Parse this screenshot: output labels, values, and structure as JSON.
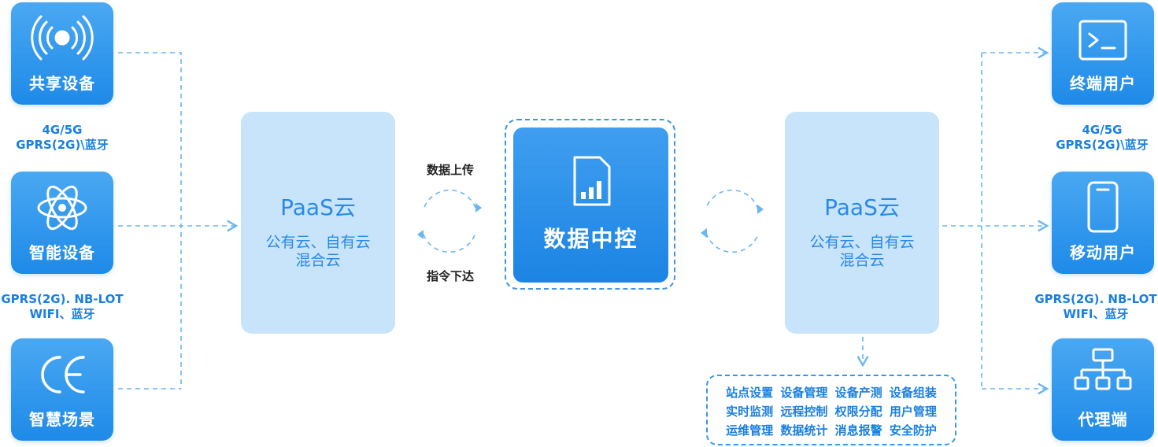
{
  "left_devices": [
    {
      "label": "共享设备",
      "icon": "signal-broadcast-icon"
    },
    {
      "label": "智能设备",
      "icon": "atom-icon"
    },
    {
      "label": "智慧场景",
      "icon": "ce-mark-icon"
    }
  ],
  "left_notes": [
    {
      "line1": "4G/5G",
      "line2": "GPRS(2G)\\蓝牙"
    },
    {
      "line1": "GPRS(2G). NB-LOT",
      "line2": "WIFI、蓝牙"
    }
  ],
  "left_cloud": {
    "title": "PaaS云",
    "line1": "公有云、自有云",
    "line2": "混合云"
  },
  "upload_label": "数据上传",
  "download_label": "指令下达",
  "center": {
    "title": "数据中控",
    "icon": "data-sim-icon"
  },
  "right_cloud": {
    "title": "PaaS云",
    "line1": "公有云、自有云",
    "line2": "混合云"
  },
  "right_users": [
    {
      "label": "终端用户",
      "icon": "terminal-icon"
    },
    {
      "label": "移动用户",
      "icon": "mobile-phone-icon"
    },
    {
      "label": "代理端",
      "icon": "network-hierarchy-icon"
    }
  ],
  "right_notes": [
    {
      "line1": "4G/5G",
      "line2": "GPRS(2G)\\蓝牙"
    },
    {
      "line1": "GPRS(2G). NB-LOT",
      "line2": "WIFI、蓝牙"
    }
  ],
  "features": [
    [
      "站点设置",
      "设备管理",
      "设备产测",
      "设备组装"
    ],
    [
      "实时监测",
      "远程控制",
      "权限分配",
      "用户管理"
    ],
    [
      "运维管理",
      "数据统计",
      "消息报警",
      "安全防护"
    ]
  ],
  "colors": {
    "accent": "#1e8ae8",
    "cloud_bg": "#c8e4fb",
    "line": "#6bb6f0"
  }
}
